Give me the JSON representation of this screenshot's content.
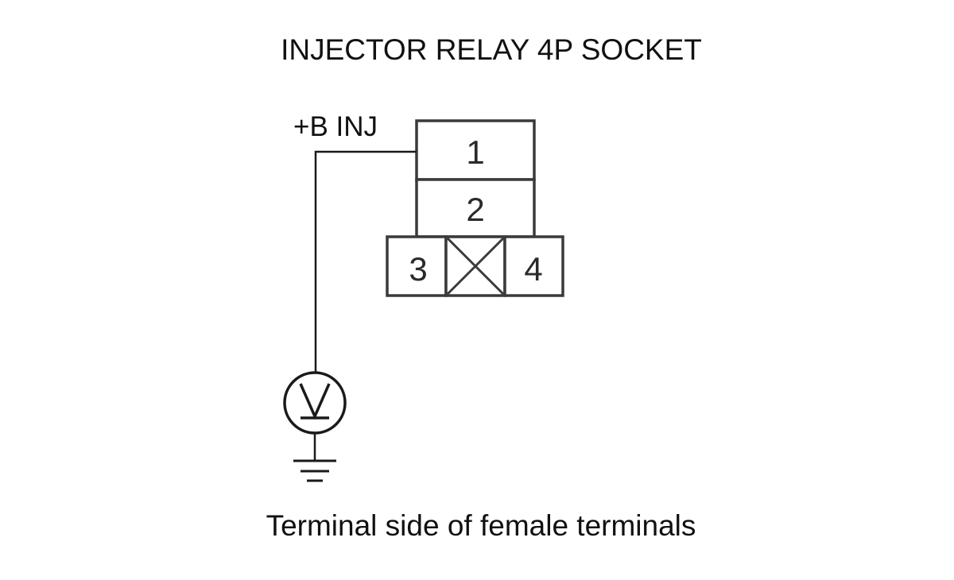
{
  "diagram": {
    "title": "INJECTOR RELAY 4P SOCKET",
    "wire_label": "+B INJ",
    "caption": "Terminal side of female terminals",
    "terminals": [
      "1",
      "2",
      "3",
      "4"
    ],
    "blank_terminal_icon": "x-box-icon",
    "meter_icon": "voltmeter-icon",
    "ground_icon": "ground-symbol-icon",
    "line_color": "#1a1a1a",
    "box_color": "#3a3a3a"
  }
}
